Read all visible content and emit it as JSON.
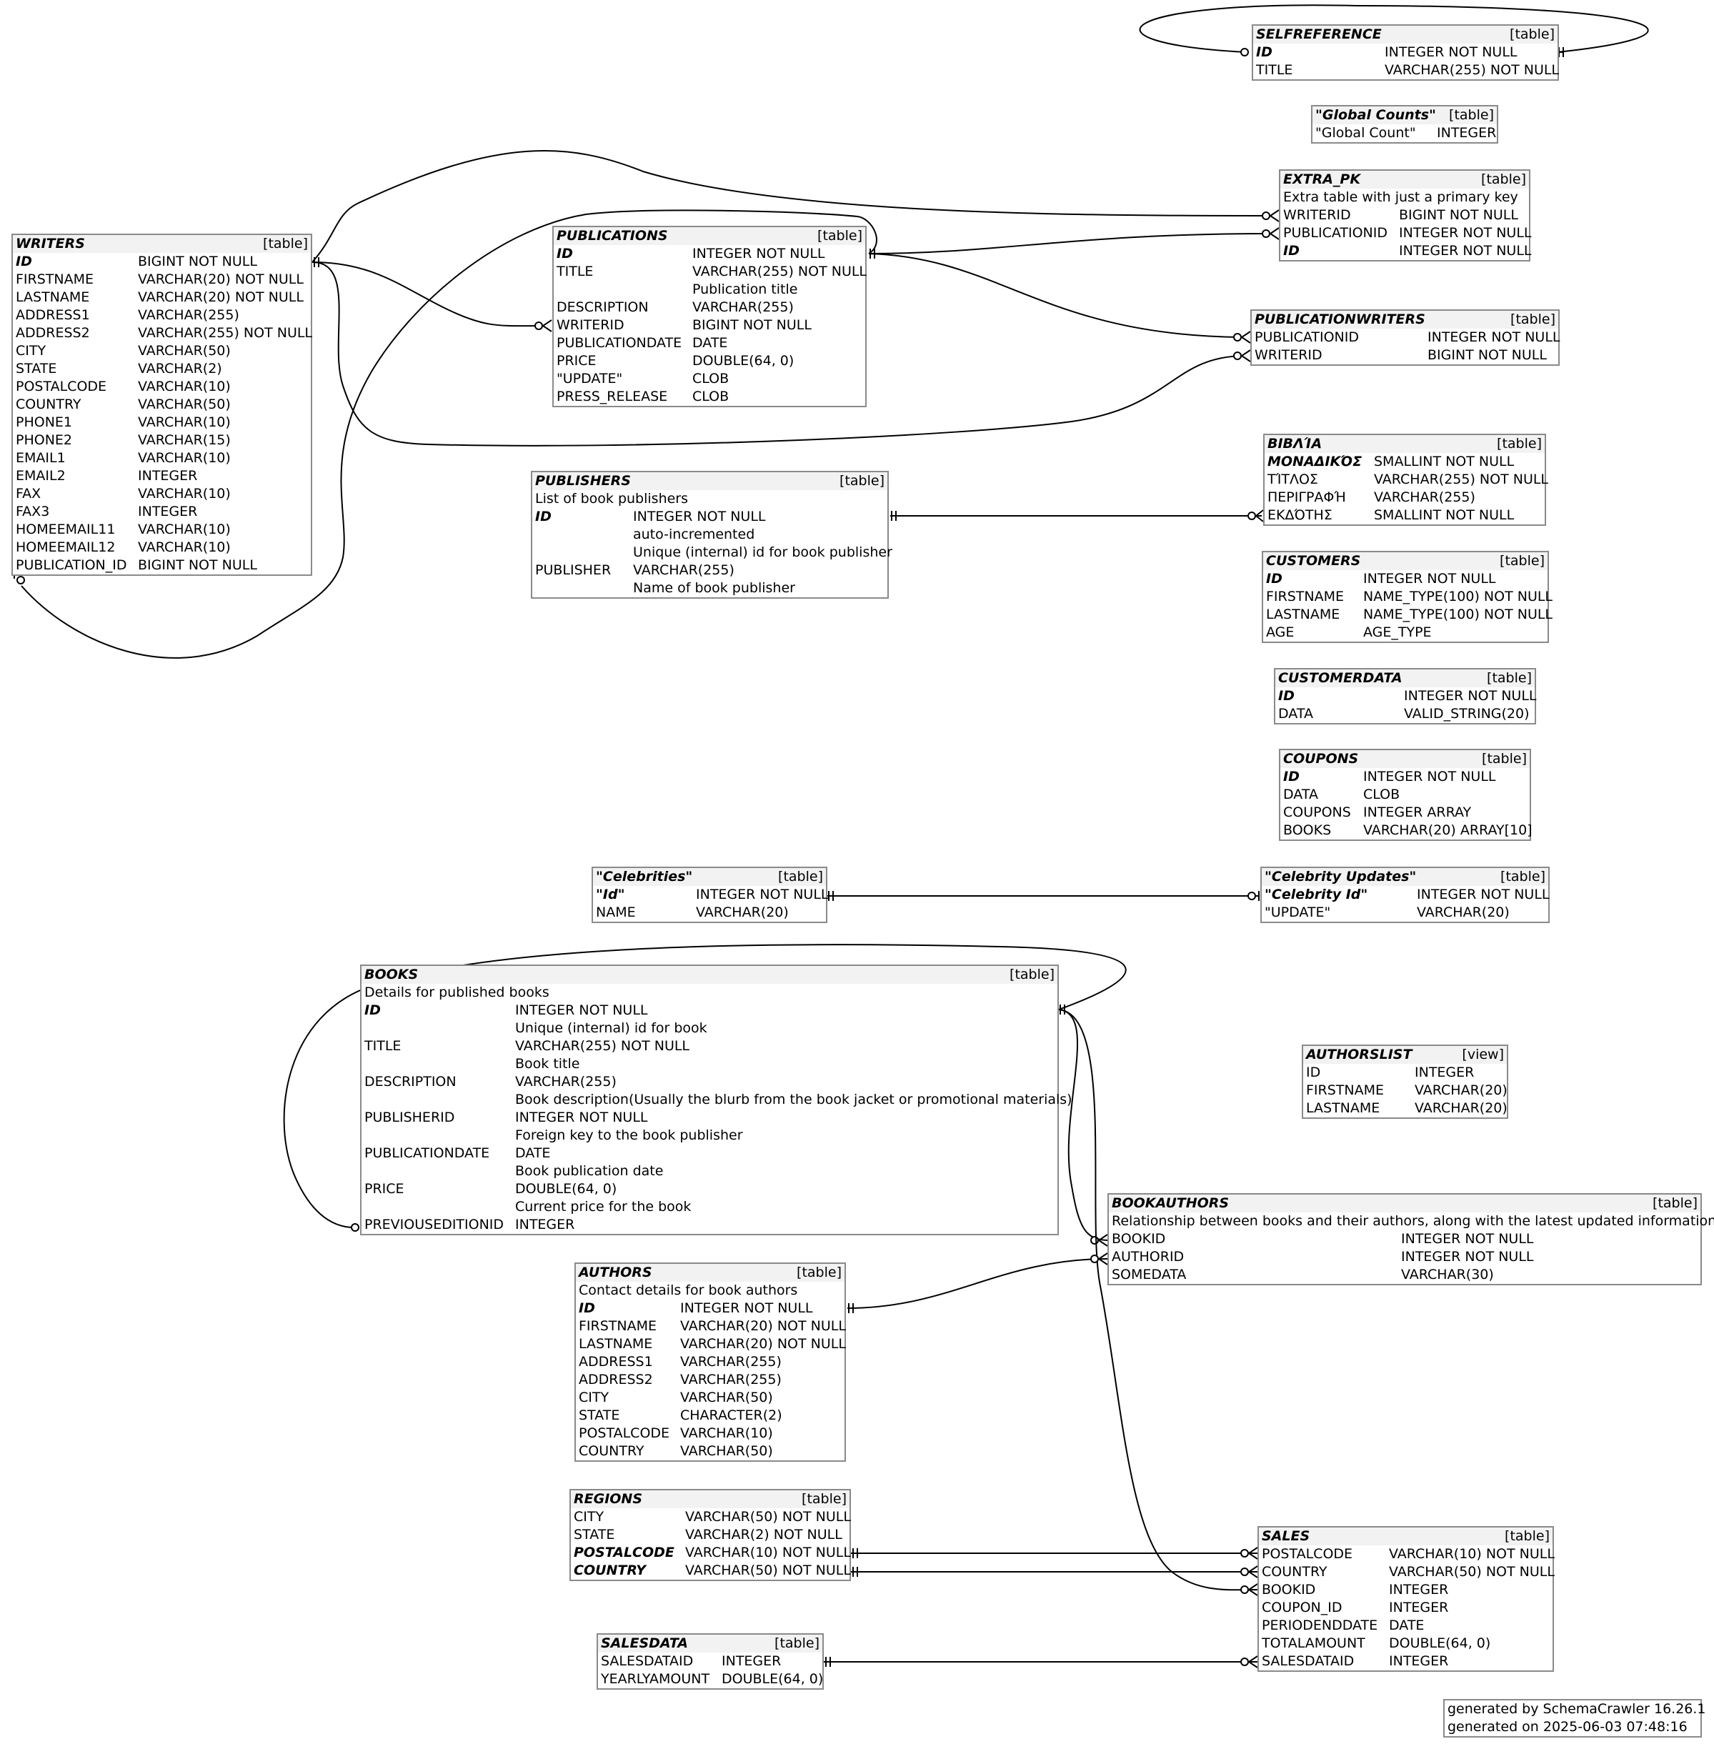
{
  "footer": {
    "generated_by": "generated by SchemaCrawler 16.26.1",
    "generated_on": "generated on 2025-06-03 07:48:16"
  },
  "tables": [
    {
      "id": "selfreference",
      "name": "SELFREFERENCE",
      "type": "[table]",
      "remarks": [],
      "columns": [
        {
          "name": "ID",
          "type": "INTEGER NOT NULL",
          "pk": true
        },
        {
          "name": "TITLE",
          "type": "VARCHAR(255) NOT NULL"
        }
      ]
    },
    {
      "id": "globalcounts",
      "name": "\"Global Counts\"",
      "type": "[table]",
      "remarks": [],
      "columns": [
        {
          "name": "\"Global Count\"",
          "type": "INTEGER"
        }
      ]
    },
    {
      "id": "extrapk",
      "name": "EXTRA_PK",
      "type": "[table]",
      "remarks": [
        "Extra table with just a primary key"
      ],
      "columns": [
        {
          "name": "WRITERID",
          "type": "BIGINT NOT NULL"
        },
        {
          "name": "PUBLICATIONID",
          "type": "INTEGER NOT NULL"
        },
        {
          "name": "ID",
          "type": "INTEGER NOT NULL",
          "pk": true
        }
      ]
    },
    {
      "id": "writers",
      "name": "WRITERS",
      "type": "[table]",
      "remarks": [],
      "columns": [
        {
          "name": "ID",
          "type": "BIGINT NOT NULL",
          "pk": true
        },
        {
          "name": "FIRSTNAME",
          "type": "VARCHAR(20) NOT NULL"
        },
        {
          "name": "LASTNAME",
          "type": "VARCHAR(20) NOT NULL"
        },
        {
          "name": "ADDRESS1",
          "type": "VARCHAR(255)"
        },
        {
          "name": "ADDRESS2",
          "type": "VARCHAR(255) NOT NULL"
        },
        {
          "name": "CITY",
          "type": "VARCHAR(50)"
        },
        {
          "name": "STATE",
          "type": "VARCHAR(2)"
        },
        {
          "name": "POSTALCODE",
          "type": "VARCHAR(10)"
        },
        {
          "name": "COUNTRY",
          "type": "VARCHAR(50)"
        },
        {
          "name": "PHONE1",
          "type": "VARCHAR(10)"
        },
        {
          "name": "PHONE2",
          "type": "VARCHAR(15)"
        },
        {
          "name": "EMAIL1",
          "type": "VARCHAR(10)"
        },
        {
          "name": "EMAIL2",
          "type": "INTEGER"
        },
        {
          "name": "FAX",
          "type": "VARCHAR(10)"
        },
        {
          "name": "FAX3",
          "type": "INTEGER"
        },
        {
          "name": "HOMEEMAIL11",
          "type": "VARCHAR(10)"
        },
        {
          "name": "HOMEEMAIL12",
          "type": "VARCHAR(10)"
        },
        {
          "name": "PUBLICATION_ID",
          "type": "BIGINT NOT NULL"
        }
      ]
    },
    {
      "id": "publications",
      "name": "PUBLICATIONS",
      "type": "[table]",
      "remarks": [],
      "columns": [
        {
          "name": "ID",
          "type": "INTEGER NOT NULL",
          "pk": true
        },
        {
          "name": "TITLE",
          "type": "VARCHAR(255) NOT NULL"
        },
        {
          "name": "",
          "type": "Publication title"
        },
        {
          "name": "DESCRIPTION",
          "type": "VARCHAR(255)"
        },
        {
          "name": "WRITERID",
          "type": "BIGINT NOT NULL"
        },
        {
          "name": "PUBLICATIONDATE",
          "type": "DATE"
        },
        {
          "name": "PRICE",
          "type": "DOUBLE(64, 0)"
        },
        {
          "name": "\"UPDATE\"",
          "type": "CLOB"
        },
        {
          "name": "PRESS_RELEASE",
          "type": "CLOB"
        }
      ]
    },
    {
      "id": "publicationwriters",
      "name": "PUBLICATIONWRITERS",
      "type": "[table]",
      "remarks": [],
      "columns": [
        {
          "name": "PUBLICATIONID",
          "type": "INTEGER NOT NULL"
        },
        {
          "name": "WRITERID",
          "type": "BIGINT NOT NULL"
        }
      ]
    },
    {
      "id": "biblia",
      "name": "ΒΙΒΛΊΑ",
      "type": "[table]",
      "remarks": [],
      "columns": [
        {
          "name": "ΜΟΝΑΔΙΚΌΣ",
          "type": "SMALLINT NOT NULL",
          "pk": true
        },
        {
          "name": "ΤΊΤΛΟΣ",
          "type": "VARCHAR(255) NOT NULL"
        },
        {
          "name": "ΠΕΡΙΓΡΑΦΉ",
          "type": "VARCHAR(255)"
        },
        {
          "name": "ΕΚΔΌΤΗΣ",
          "type": "SMALLINT NOT NULL"
        }
      ]
    },
    {
      "id": "publishers",
      "name": "PUBLISHERS",
      "type": "[table]",
      "remarks": [
        "List of book publishers"
      ],
      "columns": [
        {
          "name": "ID",
          "type": "INTEGER NOT NULL",
          "pk": true
        },
        {
          "name": "",
          "type": "auto-incremented"
        },
        {
          "name": "",
          "type": "Unique (internal) id for book publisher"
        },
        {
          "name": "PUBLISHER",
          "type": "VARCHAR(255)"
        },
        {
          "name": "",
          "type": "Name of book publisher"
        }
      ]
    },
    {
      "id": "customers",
      "name": "CUSTOMERS",
      "type": "[table]",
      "remarks": [],
      "columns": [
        {
          "name": "ID",
          "type": "INTEGER NOT NULL",
          "pk": true
        },
        {
          "name": "FIRSTNAME",
          "type": "NAME_TYPE(100) NOT NULL"
        },
        {
          "name": "LASTNAME",
          "type": "NAME_TYPE(100) NOT NULL"
        },
        {
          "name": "AGE",
          "type": "AGE_TYPE"
        }
      ]
    },
    {
      "id": "customerdata",
      "name": "CUSTOMERDATA",
      "type": "[table]",
      "remarks": [],
      "columns": [
        {
          "name": "ID",
          "type": "INTEGER NOT NULL",
          "pk": true
        },
        {
          "name": "DATA",
          "type": "VALID_STRING(20)"
        }
      ]
    },
    {
      "id": "coupons",
      "name": "COUPONS",
      "type": "[table]",
      "remarks": [],
      "columns": [
        {
          "name": "ID",
          "type": "INTEGER NOT NULL",
          "pk": true
        },
        {
          "name": "DATA",
          "type": "CLOB"
        },
        {
          "name": "COUPONS",
          "type": "INTEGER ARRAY"
        },
        {
          "name": "BOOKS",
          "type": "VARCHAR(20) ARRAY[10]"
        }
      ]
    },
    {
      "id": "celebrities",
      "name": "\"Celebrities\"",
      "type": "[table]",
      "remarks": [],
      "columns": [
        {
          "name": "\"Id\"",
          "type": "INTEGER NOT NULL",
          "pk": true
        },
        {
          "name": "NAME",
          "type": "VARCHAR(20)"
        }
      ]
    },
    {
      "id": "celebupdates",
      "name": "\"Celebrity Updates\"",
      "type": "[table]",
      "remarks": [],
      "columns": [
        {
          "name": "\"Celebrity Id\"",
          "type": "INTEGER NOT NULL",
          "pk": true
        },
        {
          "name": "\"UPDATE\"",
          "type": "VARCHAR(20)"
        }
      ]
    },
    {
      "id": "books",
      "name": "BOOKS",
      "type": "[table]",
      "remarks": [
        "Details for published books"
      ],
      "columns": [
        {
          "name": "ID",
          "type": "INTEGER NOT NULL",
          "pk": true
        },
        {
          "name": "",
          "type": "Unique (internal) id for book"
        },
        {
          "name": "TITLE",
          "type": "VARCHAR(255) NOT NULL"
        },
        {
          "name": "",
          "type": "Book title"
        },
        {
          "name": "DESCRIPTION",
          "type": "VARCHAR(255)"
        },
        {
          "name": "",
          "type": "Book description(Usually the blurb from the book jacket or promotional materials)"
        },
        {
          "name": "PUBLISHERID",
          "type": "INTEGER NOT NULL"
        },
        {
          "name": "",
          "type": "Foreign key to the book publisher"
        },
        {
          "name": "PUBLICATIONDATE",
          "type": "DATE"
        },
        {
          "name": "",
          "type": "Book publication date"
        },
        {
          "name": "PRICE",
          "type": "DOUBLE(64, 0)"
        },
        {
          "name": "",
          "type": "Current price for the book"
        },
        {
          "name": "PREVIOUSEDITIONID",
          "type": "INTEGER"
        }
      ]
    },
    {
      "id": "authorslist",
      "name": "AUTHORSLIST",
      "type": "[view]",
      "remarks": [],
      "columns": [
        {
          "name": "ID",
          "type": "INTEGER"
        },
        {
          "name": "FIRSTNAME",
          "type": "VARCHAR(20)"
        },
        {
          "name": "LASTNAME",
          "type": "VARCHAR(20)"
        }
      ]
    },
    {
      "id": "bookauthors",
      "name": "BOOKAUTHORS",
      "type": "[table]",
      "remarks": [
        "Relationship between books and their authors, along with the latest updated information"
      ],
      "columns": [
        {
          "name": "BOOKID",
          "type": "INTEGER NOT NULL"
        },
        {
          "name": "AUTHORID",
          "type": "INTEGER NOT NULL"
        },
        {
          "name": "SOMEDATA",
          "type": "VARCHAR(30)"
        }
      ]
    },
    {
      "id": "authors",
      "name": "AUTHORS",
      "type": "[table]",
      "remarks": [
        "Contact details for book authors"
      ],
      "columns": [
        {
          "name": "ID",
          "type": "INTEGER NOT NULL",
          "pk": true
        },
        {
          "name": "FIRSTNAME",
          "type": "VARCHAR(20) NOT NULL"
        },
        {
          "name": "LASTNAME",
          "type": "VARCHAR(20) NOT NULL"
        },
        {
          "name": "ADDRESS1",
          "type": "VARCHAR(255)"
        },
        {
          "name": "ADDRESS2",
          "type": "VARCHAR(255)"
        },
        {
          "name": "CITY",
          "type": "VARCHAR(50)"
        },
        {
          "name": "STATE",
          "type": "CHARACTER(2)"
        },
        {
          "name": "POSTALCODE",
          "type": "VARCHAR(10)"
        },
        {
          "name": "COUNTRY",
          "type": "VARCHAR(50)"
        }
      ]
    },
    {
      "id": "regions",
      "name": "REGIONS",
      "type": "[table]",
      "remarks": [],
      "columns": [
        {
          "name": "CITY",
          "type": "VARCHAR(50) NOT NULL"
        },
        {
          "name": "STATE",
          "type": "VARCHAR(2) NOT NULL"
        },
        {
          "name": "POSTALCODE",
          "type": "VARCHAR(10) NOT NULL",
          "pk": true
        },
        {
          "name": "COUNTRY",
          "type": "VARCHAR(50) NOT NULL",
          "pk": true
        }
      ]
    },
    {
      "id": "sales",
      "name": "SALES",
      "type": "[table]",
      "remarks": [],
      "columns": [
        {
          "name": "POSTALCODE",
          "type": "VARCHAR(10) NOT NULL"
        },
        {
          "name": "COUNTRY",
          "type": "VARCHAR(50) NOT NULL"
        },
        {
          "name": "BOOKID",
          "type": "INTEGER"
        },
        {
          "name": "COUPON_ID",
          "type": "INTEGER"
        },
        {
          "name": "PERIODENDDATE",
          "type": "DATE"
        },
        {
          "name": "TOTALAMOUNT",
          "type": "DOUBLE(64, 0)"
        },
        {
          "name": "SALESDATAID",
          "type": "INTEGER"
        }
      ]
    },
    {
      "id": "salesdata",
      "name": "SALESDATA",
      "type": "[table]",
      "remarks": [],
      "columns": [
        {
          "name": "SALESDATAID",
          "type": "INTEGER"
        },
        {
          "name": "YEARLYAMOUNT",
          "type": "DOUBLE(64, 0)"
        }
      ]
    }
  ]
}
